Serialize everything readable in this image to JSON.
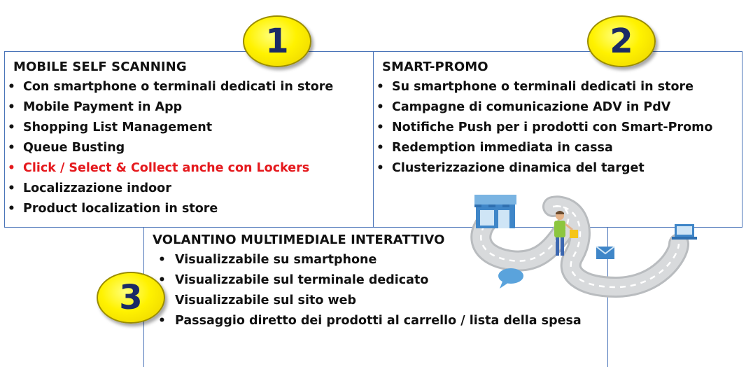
{
  "section1": {
    "badge": "1",
    "heading": "MOBILE SELF SCANNING",
    "items": [
      {
        "text": "Con smartphone o terminali dedicati in store"
      },
      {
        "text": "Mobile Payment in App"
      },
      {
        "text": "Shopping List Management"
      },
      {
        "text": "Queue Busting"
      },
      {
        "text": "Click / Select & Collect anche con Lockers",
        "color": "#e5191d"
      },
      {
        "text": "Localizzazione indoor"
      },
      {
        "text": "Product localization in store"
      }
    ]
  },
  "section2": {
    "badge": "2",
    "heading": "SMART-PROMO",
    "items": [
      {
        "text": "Su smartphone o terminali dedicati in store"
      },
      {
        "text": "Campagne di comunicazione ADV in PdV"
      },
      {
        "text": "Notifiche Push per i prodotti con Smart-Promo"
      },
      {
        "text": "Redemption immediata in cassa"
      },
      {
        "text": "Clusterizzazione dinamica del target"
      }
    ]
  },
  "section3": {
    "badge": "3",
    "heading": "VOLANTINO MULTIMEDIALE INTERATTIVO",
    "items": [
      {
        "text": "Visualizzabile su smartphone"
      },
      {
        "text": "Visualizzabile sul terminale dedicato"
      },
      {
        "text": "Visualizzabile sul sito web"
      },
      {
        "text": "Passaggio diretto dei prodotti al carrello / lista della spesa"
      }
    ]
  },
  "colors": {
    "border": "#4a74b8",
    "badge_fill": "#fff200",
    "badge_text": "#1b2a66",
    "highlight": "#e5191d"
  },
  "icons": [
    "store-icon",
    "shopper-icon",
    "envelope-icon",
    "chat-bubble-icon",
    "laptop-icon",
    "road-path"
  ]
}
